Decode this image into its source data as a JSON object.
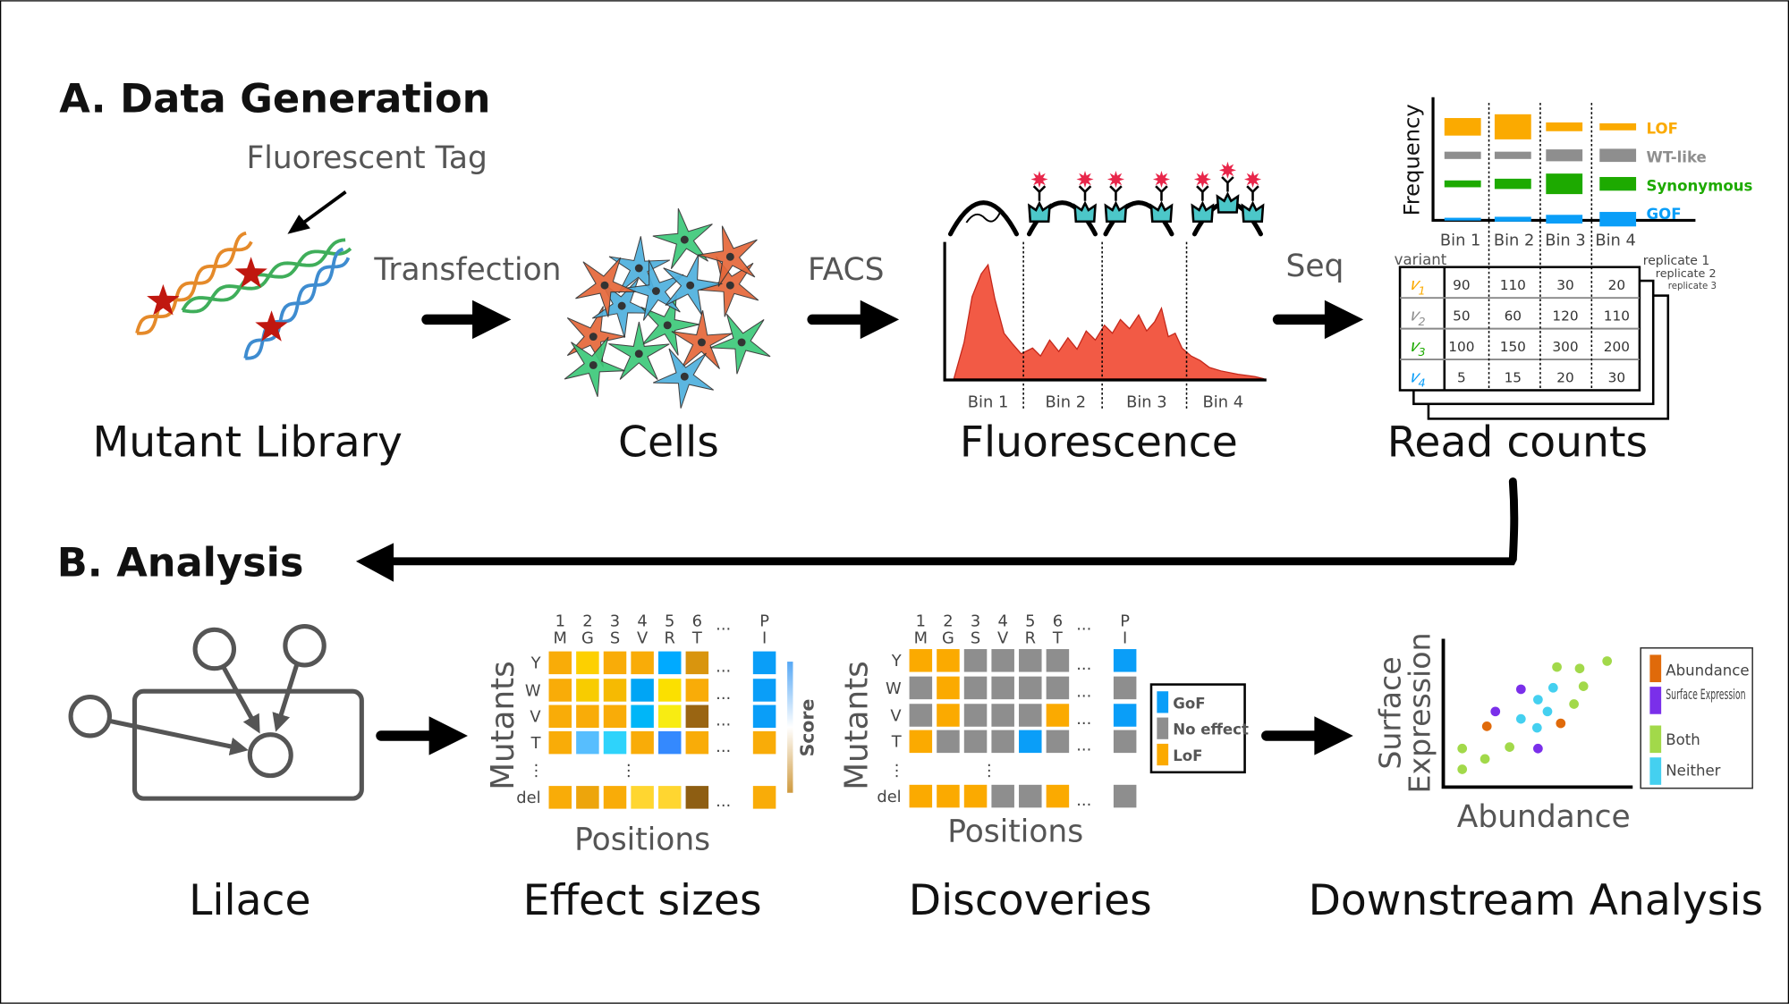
{
  "sections": {
    "a": "A. Data Generation",
    "b": "B. Analysis"
  },
  "steps": {
    "fluorescent_tag": "Fluorescent Tag",
    "transfection": "Transfection",
    "facs": "FACS",
    "seq": "Seq"
  },
  "titles": {
    "mutant_library": "Mutant Library",
    "cells": "Cells",
    "fluorescence": "Fluorescence",
    "read_counts": "Read counts",
    "lilace": "Lilace",
    "effect_sizes": "Effect sizes",
    "discoveries": "Discoveries",
    "downstream": "Downstream Analysis"
  },
  "fluorescence_bins": [
    "Bin 1",
    "Bin 2",
    "Bin 3",
    "Bin 4"
  ],
  "colors": {
    "lof": "#FBAA00",
    "wt": "#8E8E8E",
    "syn": "#1DAA00",
    "gof": "#0A9EF8",
    "hist": "#F25A45",
    "teal": "#4CC7C9",
    "star": "#E8264A",
    "abundance": "#E06A0A",
    "surface": "#7A2FEA",
    "both": "#A2D94A",
    "neither": "#44D0F0"
  },
  "chart_data": [
    {
      "type": "bar",
      "ylabel": "Frequency",
      "categories": [
        "Bin 1",
        "Bin 2",
        "Bin 3",
        "Bin 4"
      ],
      "series": [
        {
          "name": "LOF",
          "values": [
            0.7,
            1.0,
            0.35,
            0.28
          ]
        },
        {
          "name": "WT-like",
          "values": [
            0.4,
            0.4,
            0.65,
            0.72
          ]
        },
        {
          "name": "Synonymous",
          "values": [
            0.3,
            0.45,
            0.9,
            0.6
          ]
        },
        {
          "name": "GOF",
          "values": [
            0.12,
            0.25,
            0.45,
            0.75
          ]
        }
      ]
    },
    {
      "type": "scatter",
      "xlabel": "Abundance",
      "ylabel": "Surface Expression",
      "xlim": [
        0,
        10
      ],
      "ylim": [
        0,
        10
      ],
      "series": [
        {
          "name": "Abundance",
          "points": [
            [
              2.3,
              4.1
            ],
            [
              6.2,
              4.3
            ]
          ]
        },
        {
          "name": "Surface Expression",
          "points": [
            [
              4.1,
              6.6
            ],
            [
              2.75,
              5.1
            ],
            [
              5.0,
              2.6
            ]
          ]
        },
        {
          "name": "Both",
          "points": [
            [
              1.0,
              2.6
            ],
            [
              1.0,
              1.2
            ],
            [
              2.2,
              1.9
            ],
            [
              3.5,
              2.7
            ],
            [
              6.0,
              8.1
            ],
            [
              7.2,
              8.0
            ],
            [
              8.65,
              8.5
            ],
            [
              7.4,
              6.8
            ],
            [
              6.9,
              5.6
            ]
          ]
        },
        {
          "name": "Neither",
          "points": [
            [
              5.8,
              6.7
            ],
            [
              5.0,
              5.9
            ],
            [
              5.5,
              5.1
            ],
            [
              4.1,
              4.6
            ],
            [
              4.95,
              4.0
            ]
          ]
        }
      ]
    }
  ],
  "read_counts": {
    "header": "variant",
    "variants": [
      "v1",
      "v2",
      "v3",
      "v4"
    ],
    "variant_symbols": [
      "𝑣",
      "𝑣",
      "𝑣",
      "𝑣"
    ],
    "variant_subs": [
      "1",
      "2",
      "3",
      "4"
    ],
    "rows": [
      [
        90,
        110,
        30,
        20
      ],
      [
        50,
        60,
        120,
        110
      ],
      [
        100,
        150,
        300,
        200
      ],
      [
        5,
        15,
        20,
        30
      ]
    ],
    "replicates": [
      "replicate 1",
      "replicate 2",
      "replicate 3"
    ]
  },
  "heatmap": {
    "positions": [
      "1",
      "2",
      "3",
      "4",
      "5",
      "6"
    ],
    "residues": [
      "M",
      "G",
      "S",
      "V",
      "R",
      "T"
    ],
    "last_position": "P",
    "last_residue": "I",
    "ellipsis": "...",
    "vellipsis": "⋮",
    "mutants": [
      "Y",
      "W",
      "V",
      "T",
      "del"
    ],
    "ylabel": "Mutants",
    "xlabel": "Positions",
    "score_label": "Score",
    "effect_colors": [
      [
        "#F9AC08",
        "#FDD000",
        "#F9AC08",
        "#F9AC08",
        "#00AAFF",
        "#D9950E",
        "#0A9EF8"
      ],
      [
        "#F9AC08",
        "#F8CC00",
        "#F6BA02",
        "#00A5F5",
        "#FBE000",
        "#F9AC08",
        "#0A9EF8"
      ],
      [
        "#F9AC08",
        "#F9AC08",
        "#F9AC08",
        "#00B6F8",
        "#F8EC12",
        "#9A6512",
        "#0A9EF8"
      ],
      [
        "#F9AC08",
        "#57BEFE",
        "#2ED3FB",
        "#F9AC08",
        "#3489FE",
        "#F9AC08",
        "#F9AC08"
      ],
      [
        "#F9AC08",
        "#EDA50C",
        "#F9AC08",
        "#FFD630",
        "#FFD630",
        "#8E5E12",
        "#F9AC08"
      ]
    ],
    "discoveries": [
      [
        "LoF",
        "LoF",
        "No effect",
        "No effect",
        "No effect",
        "No effect",
        "GoF"
      ],
      [
        "No effect",
        "LoF",
        "No effect",
        "No effect",
        "No effect",
        "No effect",
        "No effect"
      ],
      [
        "No effect",
        "LoF",
        "No effect",
        "No effect",
        "No effect",
        "LoF",
        "GoF"
      ],
      [
        "LoF",
        "No effect",
        "No effect",
        "No effect",
        "GoF",
        "No effect",
        "No effect"
      ],
      [
        "LoF",
        "LoF",
        "LoF",
        "No effect",
        "No effect",
        "LoF",
        "No effect"
      ]
    ],
    "discovery_legend": [
      "GoF",
      "No effect",
      "LoF"
    ]
  }
}
